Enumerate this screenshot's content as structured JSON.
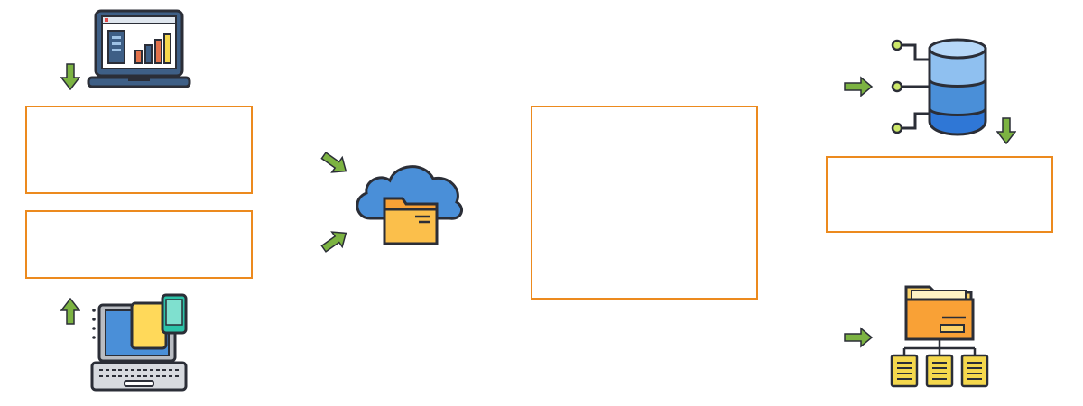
{
  "colors": {
    "box_border": "#ec8a1e",
    "arrow_fill": "#7cb342",
    "outline": "#2b2e37",
    "cloud": "#4a8fd8",
    "folder": "#fbbf4b",
    "folder_orange": "#f9a136",
    "db_top": "#8fc0f0",
    "db_mid": "#4a8fd8",
    "db_bottom": "#2f77d6",
    "laptop_frame": "#3e5f86",
    "device_yellow": "#ffd95a",
    "device_teal": "#2cc3a8",
    "page_yellow": "#f5d84d"
  },
  "icons": [
    "dashboard-laptop-icon",
    "multi-device-laptop-icon",
    "cloud-folder-icon",
    "database-icon",
    "folder-network-icon"
  ],
  "boxes": {
    "left_top": "",
    "left_bottom": "",
    "center": "",
    "right": ""
  },
  "arrows": [
    "arrow-down",
    "arrow-up",
    "arrow-down-right",
    "arrow-up-right",
    "arrow-right",
    "arrow-down",
    "arrow-right"
  ]
}
